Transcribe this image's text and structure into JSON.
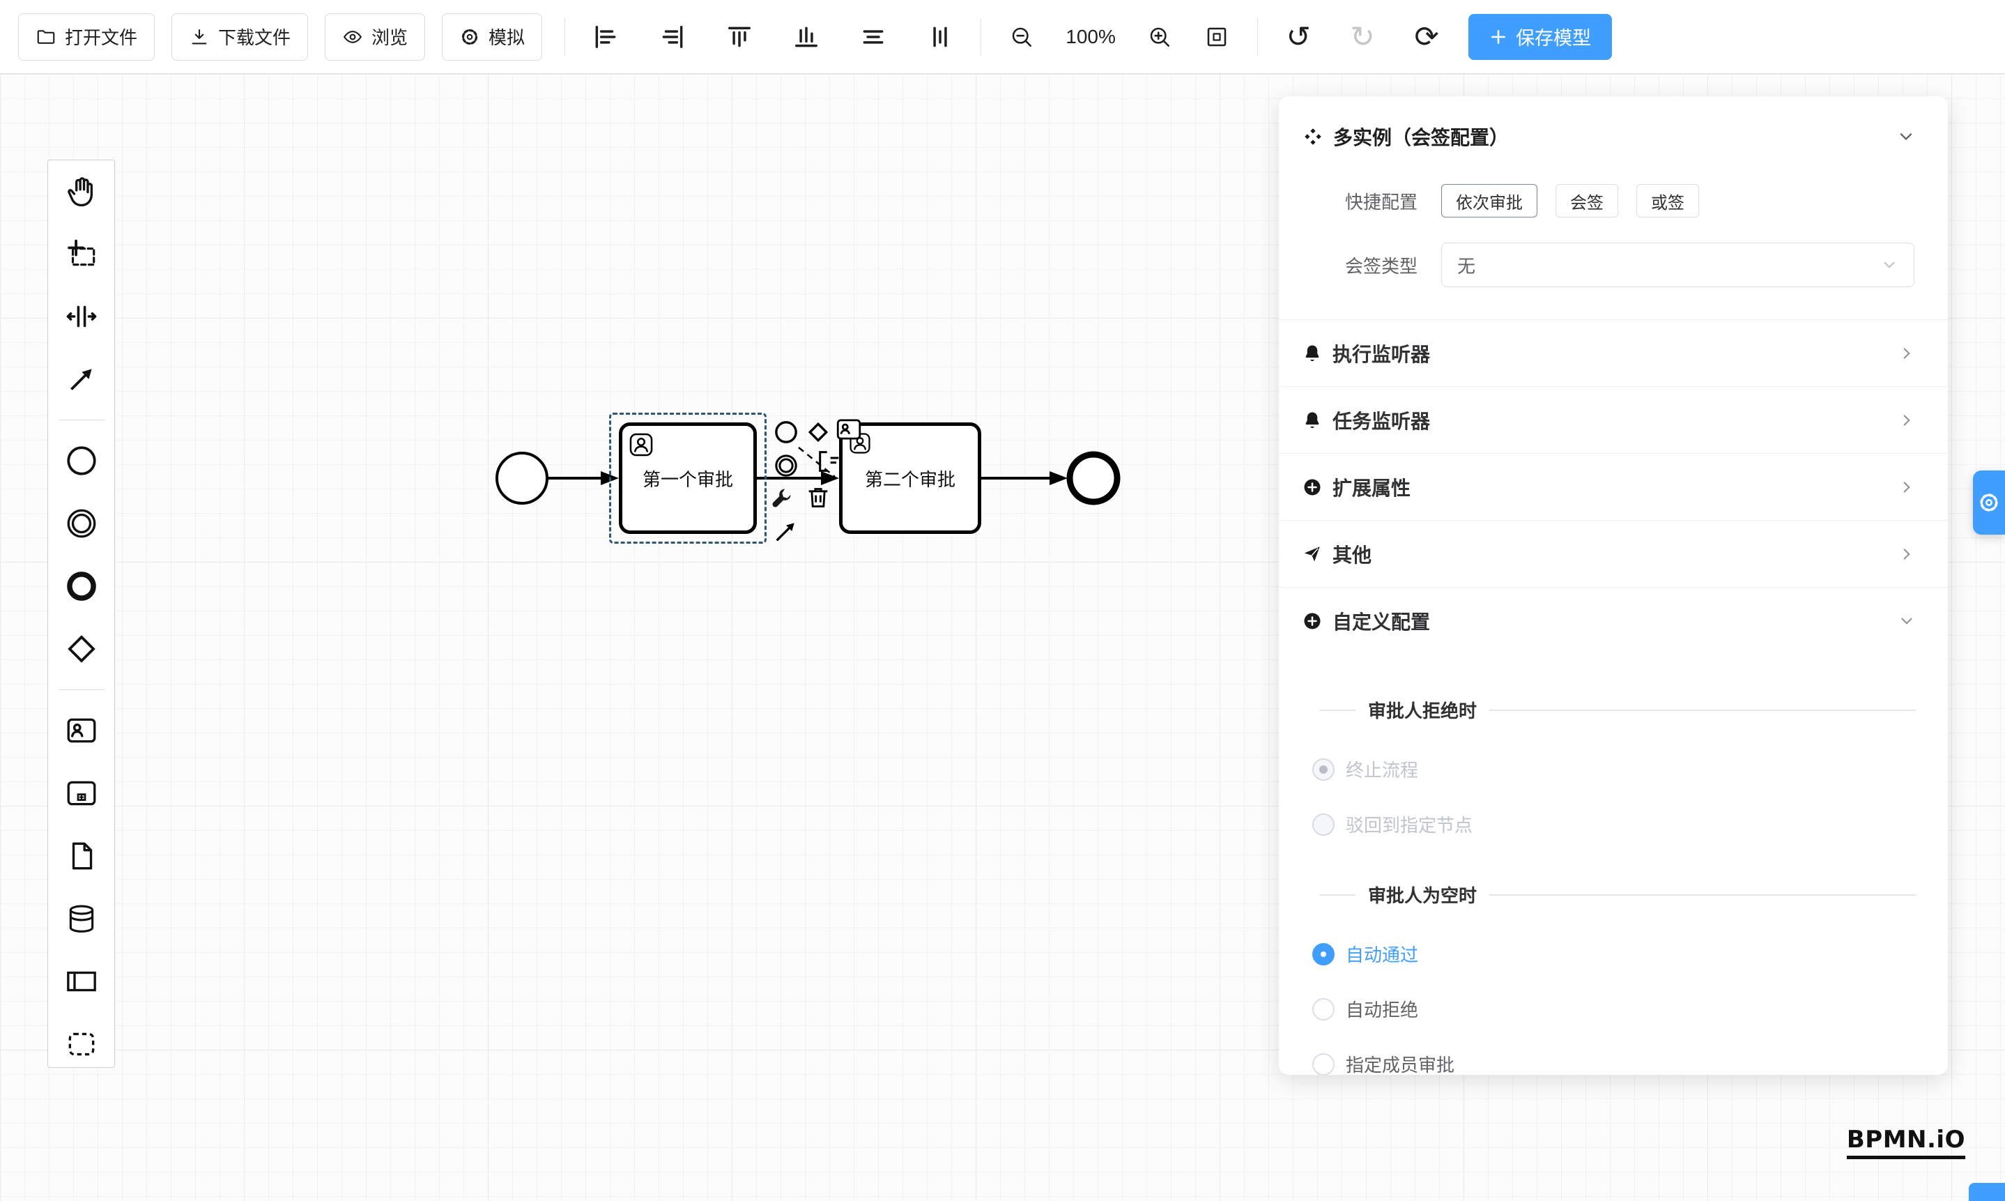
{
  "toolbar": {
    "open_file": "打开文件",
    "download_file": "下载文件",
    "preview": "浏览",
    "simulate": "模拟",
    "zoom_level": "100%",
    "save_model": "保存模型"
  },
  "icons": {
    "undo": "↺",
    "redo": "↻",
    "refresh": "⟳"
  },
  "diagram": {
    "task1_label": "第一个审批",
    "task2_label": "第二个审批"
  },
  "panel": {
    "title": "多实例（会签配置）",
    "quick_config_label": "快捷配置",
    "quick_options": [
      "依次审批",
      "会签",
      "或签"
    ],
    "sign_type_label": "会签类型",
    "sign_type_value": "无",
    "sections": [
      {
        "label": "执行监听器"
      },
      {
        "label": "任务监听器"
      },
      {
        "label": "扩展属性"
      },
      {
        "label": "其他"
      },
      {
        "label": "自定义配置"
      }
    ],
    "reject_title": "审批人拒绝时",
    "reject_options": [
      "终止流程",
      "驳回到指定节点"
    ],
    "empty_title": "审批人为空时",
    "empty_options": [
      "自动通过",
      "自动拒绝",
      "指定成员审批"
    ]
  },
  "watermark": "BPMN.iO",
  "colors": {
    "primary": "#409eff"
  }
}
